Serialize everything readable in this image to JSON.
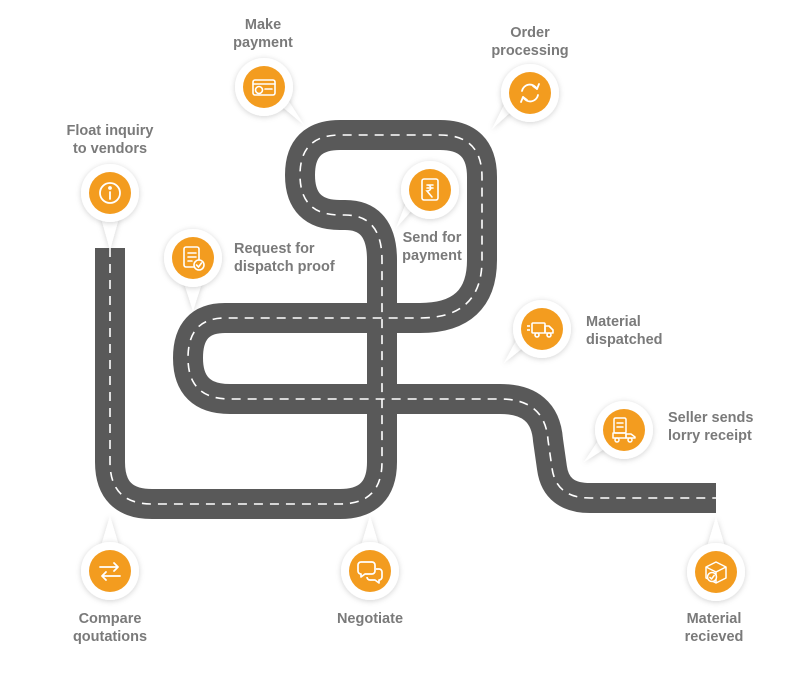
{
  "colors": {
    "road": "#595959",
    "road_dash": "#ffffff",
    "marker_fill": "#f39c1f",
    "marker_ring": "#ffffff",
    "label_text": "#7a7a7a"
  },
  "steps": [
    {
      "id": "float-inquiry",
      "label": "Float inquiry\nto vendors",
      "icon": "info-icon"
    },
    {
      "id": "compare-quotations",
      "label": "Compare\nqoutations",
      "icon": "exchange-arrows-icon"
    },
    {
      "id": "negotiate",
      "label": "Negotiate",
      "icon": "chat-bubbles-icon"
    },
    {
      "id": "request-dispatch-proof",
      "label": "Request for\ndispatch proof",
      "icon": "document-check-icon"
    },
    {
      "id": "make-payment",
      "label": "Make\npayment",
      "icon": "credit-card-icon"
    },
    {
      "id": "order-processing",
      "label": "Order\nprocessing",
      "icon": "refresh-icon"
    },
    {
      "id": "send-for-payment",
      "label": "Send for\npayment",
      "icon": "rupee-document-icon"
    },
    {
      "id": "material-dispatched",
      "label": "Material\ndispatched",
      "icon": "delivery-truck-icon"
    },
    {
      "id": "seller-sends-lorry-receipt",
      "label": "Seller sends\nlorry receipt",
      "icon": "lorry-receipt-icon"
    },
    {
      "id": "material-received",
      "label": "Material\nrecieved",
      "icon": "package-check-icon"
    }
  ]
}
